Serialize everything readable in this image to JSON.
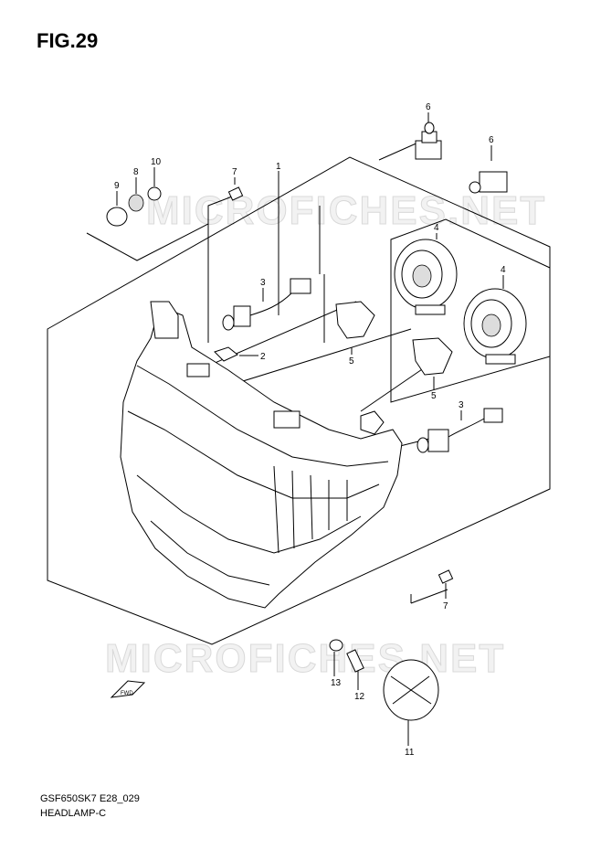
{
  "figure": {
    "title": "FIG.29",
    "code": "GSF650SK7 E28_029",
    "name": "HEADLAMP-C",
    "watermark": "MICROFICHES.NET",
    "fwd_label": "FWD"
  },
  "callouts": [
    {
      "id": "c1",
      "label": "1"
    },
    {
      "id": "c2",
      "label": "2"
    },
    {
      "id": "c3a",
      "label": "3"
    },
    {
      "id": "c3b",
      "label": "3"
    },
    {
      "id": "c4a",
      "label": "4"
    },
    {
      "id": "c4b",
      "label": "4"
    },
    {
      "id": "c5a",
      "label": "5"
    },
    {
      "id": "c5b",
      "label": "5"
    },
    {
      "id": "c6a",
      "label": "6"
    },
    {
      "id": "c6b",
      "label": "6"
    },
    {
      "id": "c7a",
      "label": "7"
    },
    {
      "id": "c7b",
      "label": "7"
    },
    {
      "id": "c8",
      "label": "8"
    },
    {
      "id": "c9",
      "label": "9"
    },
    {
      "id": "c10",
      "label": "10"
    },
    {
      "id": "c11",
      "label": "11"
    },
    {
      "id": "c12",
      "label": "12"
    },
    {
      "id": "c13",
      "label": "13"
    }
  ]
}
